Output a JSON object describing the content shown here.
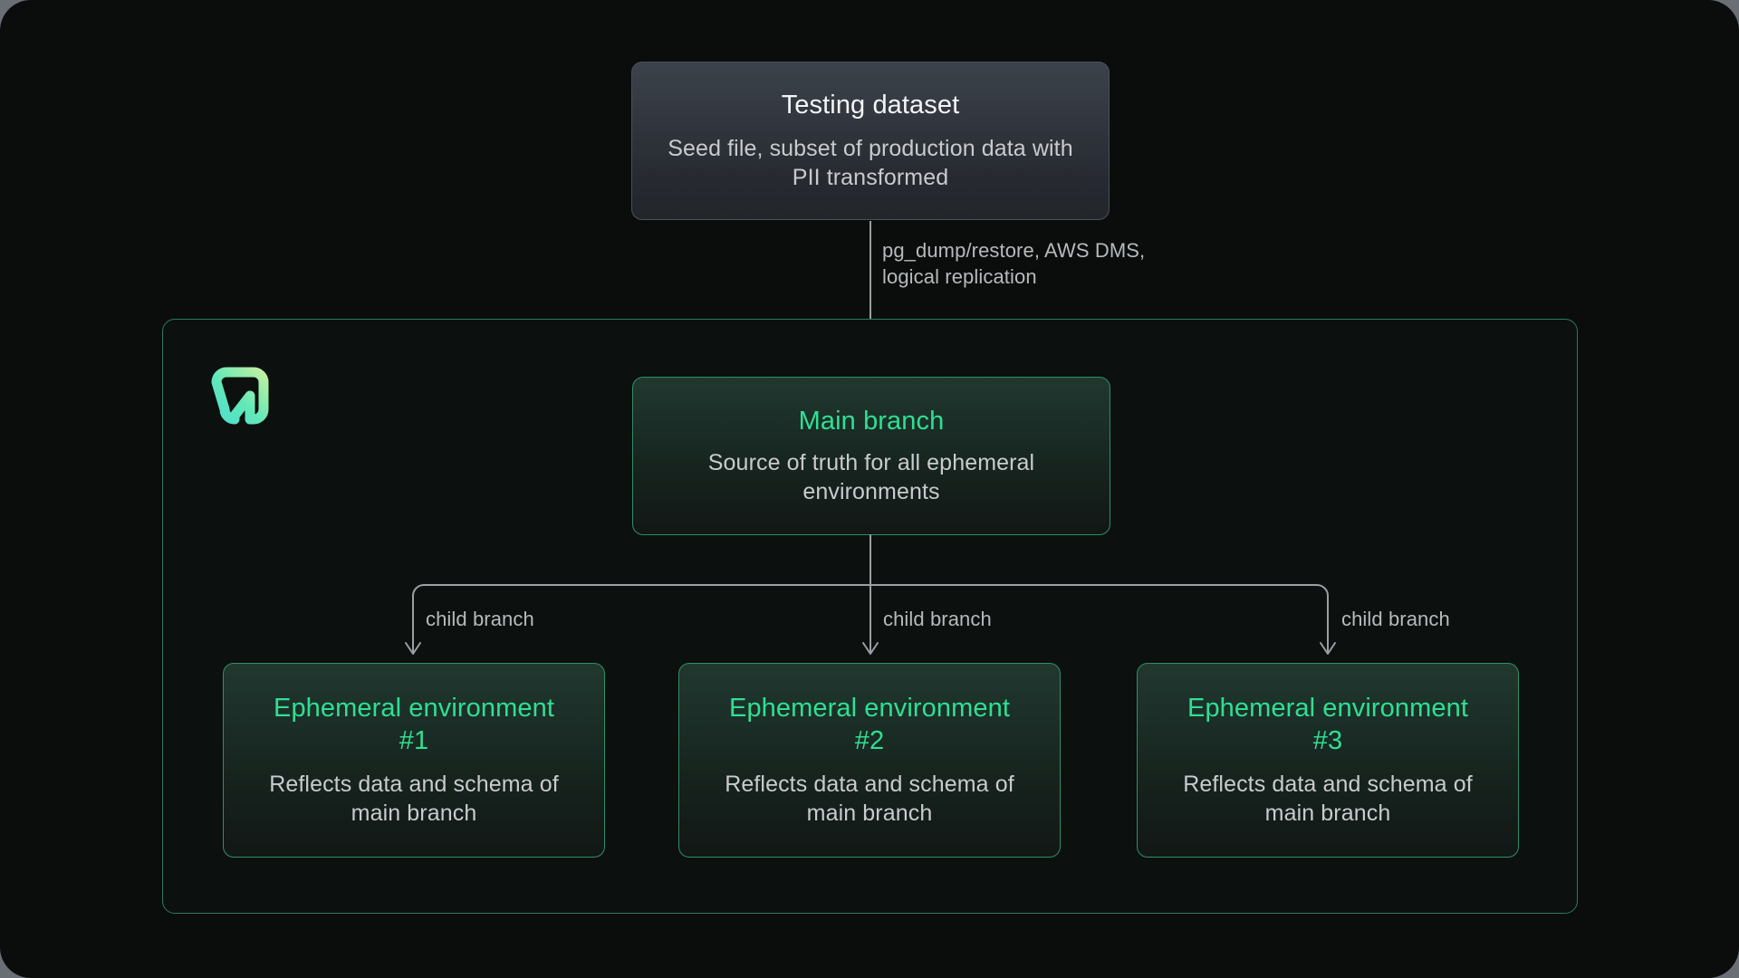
{
  "theme": {
    "page_background": "#0b0d0c",
    "accent_green": "#2fdf93",
    "container_border": "#2c7a5b",
    "connector_gray": "#9aa0a4",
    "muted_text": "#c8cbcd",
    "logo_gradient_from": "#52e3c8",
    "logo_gradient_to": "#b6eda0"
  },
  "diagram": {
    "type": "flow",
    "source_card": {
      "title": "Testing dataset",
      "description": "Seed file, subset of production data with PII transformed"
    },
    "ingest_edge": {
      "label": "pg_dump/restore, AWS DMS,\nlogical replication"
    },
    "container": {
      "logo_name": "neon-logo",
      "main_branch": {
        "title": "Main branch",
        "description": "Source of truth for all ephemeral environments"
      },
      "branch_edge_label": "child branch",
      "children": [
        {
          "title": "Ephemeral environment #1",
          "description": "Reflects data and schema of main branch",
          "edge_label": "child branch"
        },
        {
          "title": "Ephemeral environment #2",
          "description": "Reflects data and schema of main branch",
          "edge_label": "child branch"
        },
        {
          "title": "Ephemeral environment #3",
          "description": "Reflects data and schema of main branch",
          "edge_label": "child branch"
        }
      ]
    }
  }
}
